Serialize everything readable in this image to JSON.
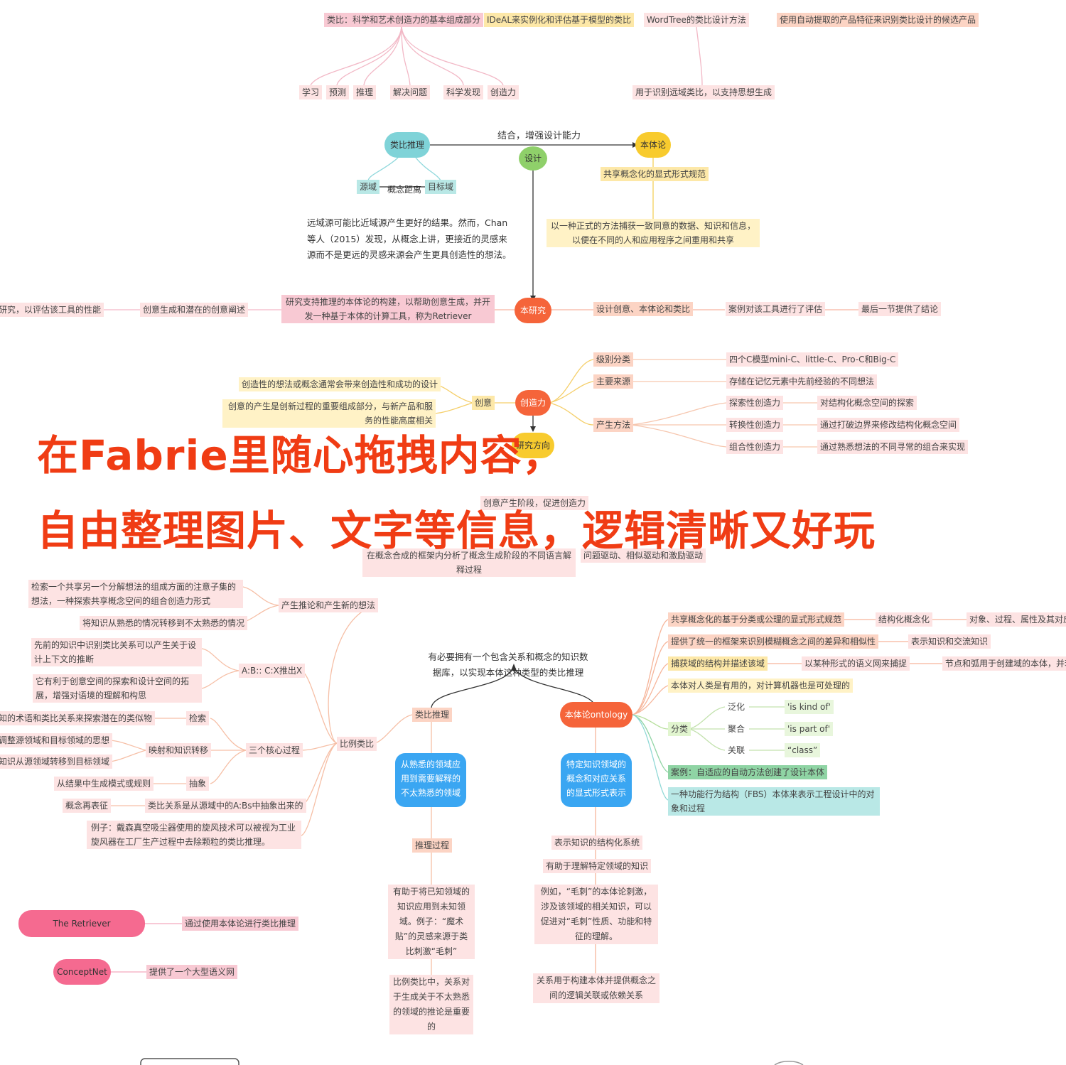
{
  "banner": {
    "line1": "在Fabrie里随心拖拽内容，",
    "line2": "自由整理图片、文字等信息，逻辑清晰又好玩"
  },
  "top": {
    "analogy_basic": "类比：科学和艺术创造力的基本组成部分",
    "ideal": "IDeAL来实例化和评估基于模型的类比",
    "wordtree": "WordTree的类比设计方法",
    "auto_extract": "使用自动提取的产品特征来识别类比设计的候选产品",
    "children": [
      "学习",
      "预测",
      "推理",
      "解决问题",
      "科学发现",
      "创造力"
    ],
    "remote_analogy": "用于识别远域类比，以支持思想生成"
  },
  "center": {
    "analogical_reasoning": "类比推理",
    "combine": "结合，增强设计能力",
    "design": "设计",
    "ontology": "本体论",
    "source": "源域",
    "concept_distance": "概念距离",
    "target": "目标域",
    "shared_spec": "共享概念化的显式形式规范",
    "capture_desc": "以一种正式的方法捕获一致同意的数据、知识和信息，以便在不同的人和应用程序之间重用和共享",
    "remote_note": "远域源可能比近域源产生更好的结果。然而，Chan等人（2015）发现，从概念上讲，更接近的灵感来源而不是更远的灵感来源会产生更具创造性的想法。",
    "this_study": "本研究",
    "study_desc": "研究支持推理的本体论的构建，以帮助创意生成，并开发一种基于本体的计算工具，称为Retriever",
    "idea_gen": "创意生成和潜在的创意阐述",
    "left_cut": "研究，以评估该工具的性能",
    "design_idea": "设计创意、本体论和类比",
    "case_eval": "案例对该工具进行了评估",
    "conclusion": "最后一节提供了结论"
  },
  "creativity": {
    "center": "创造力",
    "idea": "创意",
    "idea_a": "创造性的想法或概念通常会带来创造性和成功的设计",
    "idea_b": "创意的产生是创新过程的重要组成部分，与新产品和服务的性能高度相关",
    "level": "级别分类",
    "level_v": "四个C模型mini-C、little-C、Pro-C和Big-C",
    "source": "主要来源",
    "source_v": "存储在记忆元素中先前经验的不同想法",
    "method": "产生方法",
    "m1": "探索性创造力",
    "m1v": "对结构化概念空间的探索",
    "m2": "转换性创造力",
    "m2v": "通过打破边界来修改结构化概念空间",
    "m3": "组合性创造力",
    "m3v": "通过熟悉想法的不同寻常的组合来实现",
    "direction": "研究方向",
    "stage": "创意产生阶段，促进创造力",
    "blend": "在概念合成的框架内分析了概念生成阶段的不同语言解释过程",
    "drive": "问题驱动、相似驱动和激励驱动"
  },
  "analogy_tree": {
    "need_db": "有必要拥有一个包含关系和概念的知识数据库，以实现本体这种类型的类比推理",
    "node": "类比推理",
    "blue": "从熟悉的领域应用到需要解释的不太熟悉的领域",
    "infer": "推理过程",
    "infer_a": "有助于将已知领域的知识应用到未知领域。例子：“魔术贴”的灵感来源于类比刺激“毛刺”",
    "infer_b": "比例类比中，关系对于生成关于不太熟悉的领域的推论是重要的",
    "proportional": "比例类比",
    "new_ideas": "产生推论和产生新的想法",
    "ni_a": "检索一个共享另一个分解想法的组成方面的注意子集的想法，一种探索共享概念空间的组合创造力形式",
    "ni_b": "将知识从熟悉的情况转移到不太熟悉的情况",
    "abc": "A:B:: C:X推出X",
    "abc_a": "先前的知识中识别类比关系可以产生关于设计上下文的推断",
    "abc_b": "它有利于创意空间的探索和设计空间的拓展，增强对语境的理解和构思",
    "core": "三个核心过程",
    "retrieve": "检索",
    "retrieve_v": "知的术语和类比关系来探索潜在的类似物",
    "map": "映射和知识转移",
    "map_a": "调整源领域和目标领域的思想",
    "map_b": "知识从源领域转移到目标领域",
    "abstract": "抽象",
    "abstract_v": "从结果中生成模式或规则",
    "abs_relation": "类比关系是从源域中的A:Bs中抽象出来的",
    "re_rep": "概念再表征",
    "example": "例子：戴森真空吸尘器使用的旋风技术可以被视为工业旋风器在工厂生产过程中去除颗粒的类比推理。"
  },
  "ontology_tree": {
    "node": "本体论ontology",
    "blue": "特定知识领域的概念和对应关系的显式形式表示",
    "system": "表示知识的结构化系统",
    "helps": "有助于理解特定领域的知识",
    "example": "例如，“毛刺”的本体论刺激，涉及该领域的相关知识，可以促进对“毛刺”性质、功能和特征的理解。",
    "relations": "关系用于构建本体并提供概念之间的逻辑关联或依赖关系",
    "r1": "共享概念化的基于分类或公理的显式形式规范",
    "r1a": "结构化概念化",
    "r1b": "对象、过程、属性及其对应",
    "r2": "提供了统一的框架来识别模糊概念之间的差异和相似性",
    "r2a": "表示知识和交流知识",
    "r3": "捕获域的结构并描述该域",
    "r3a": "以某种形式的语义网来捕捉",
    "r3b": "节点和弧用于创建域的本体，并若",
    "r4": "本体对人类是有用的，对计算机器也是可处理的",
    "classify": "分类",
    "c1": "泛化",
    "c1v": "'is kind of'",
    "c2": "聚合",
    "c2v": "'is part of'",
    "c3": "关联",
    "c3v": "“class”",
    "case": "案例：自适应的自动方法创建了设计本体",
    "fbs": "一种功能行为结构（FBS）本体来表示工程设计中的对象和过程"
  },
  "tools": {
    "retriever": "The Retriever",
    "retriever_v": "通过使用本体论进行类比推理",
    "conceptnet": "ConceptNet",
    "conceptnet_v": "提供了一个大型语义网"
  }
}
